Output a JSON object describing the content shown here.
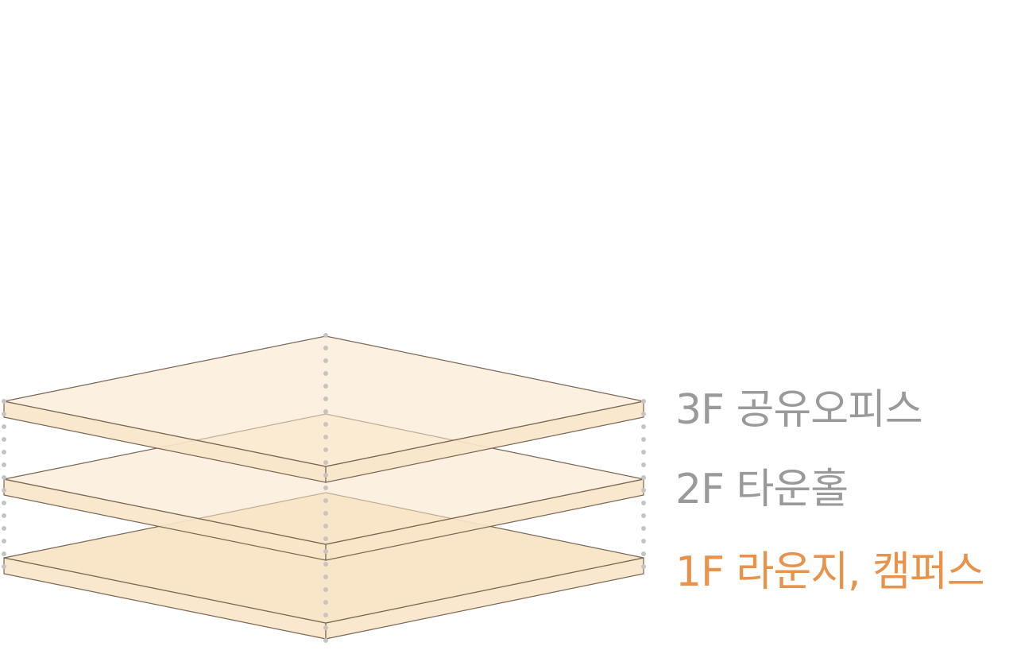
{
  "floors": [
    {
      "label": "3F 공유오피스",
      "color": "#9a9a9a"
    },
    {
      "label": "2F 타운홀",
      "color": "#9a9a9a"
    },
    {
      "label": "1F 라운지, 캠퍼스",
      "color": "#e8924a"
    }
  ],
  "colors": {
    "slab_fill": "#f9e6c9",
    "slab_overlap": "#fcf2e2",
    "slab_edge": "#7a6654",
    "dotted_line": "#c4c4c4"
  }
}
